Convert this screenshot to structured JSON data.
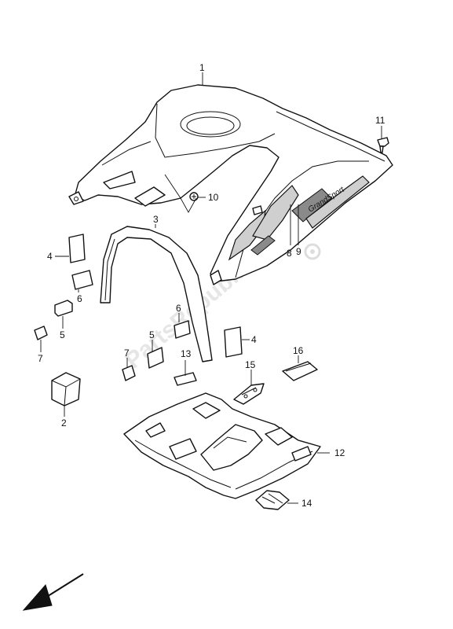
{
  "watermark": "PartsRepublik",
  "decal_text": "GrandSport",
  "callouts": {
    "c1": "1",
    "c2": "2",
    "c3": "3",
    "c4a": "4",
    "c4b": "4",
    "c5a": "5",
    "c5b": "5",
    "c6a": "6",
    "c6b": "6",
    "c7a": "7",
    "c7b": "7",
    "c8": "8",
    "c9": "9",
    "c10": "10",
    "c11": "11",
    "c12": "12",
    "c13": "13",
    "c14": "14",
    "c15": "15",
    "c16": "16"
  }
}
